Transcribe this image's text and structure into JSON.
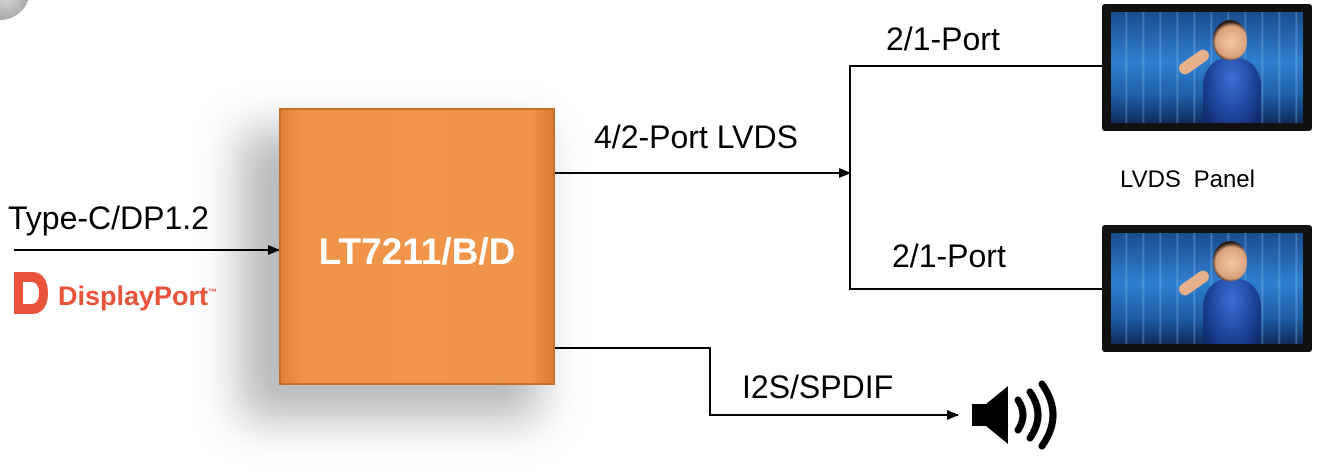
{
  "chip": {
    "label": "LT7211/B/D"
  },
  "input": {
    "label": "Type-C/DP1.2",
    "logo_text": "DisplayPort",
    "logo_tm": "™",
    "logo_icon": "displayport-logo-icon"
  },
  "outputs": {
    "lvds_bus_label": "4/2-Port LVDS",
    "port_top_label": "2/1-Port",
    "port_bottom_label": "2/1-Port",
    "panel_caption": "LVDS Panel",
    "audio_label": "I2S/SPDIF",
    "panel_icon": "lvds-panel-monitor-icon",
    "speaker_icon": "speaker-icon"
  },
  "colors": {
    "chip_fill": "#f0954a",
    "chip_border": "#c96e27",
    "chip_text": "#ffffff",
    "logo_red": "#e8533a",
    "wire": "#000000"
  }
}
